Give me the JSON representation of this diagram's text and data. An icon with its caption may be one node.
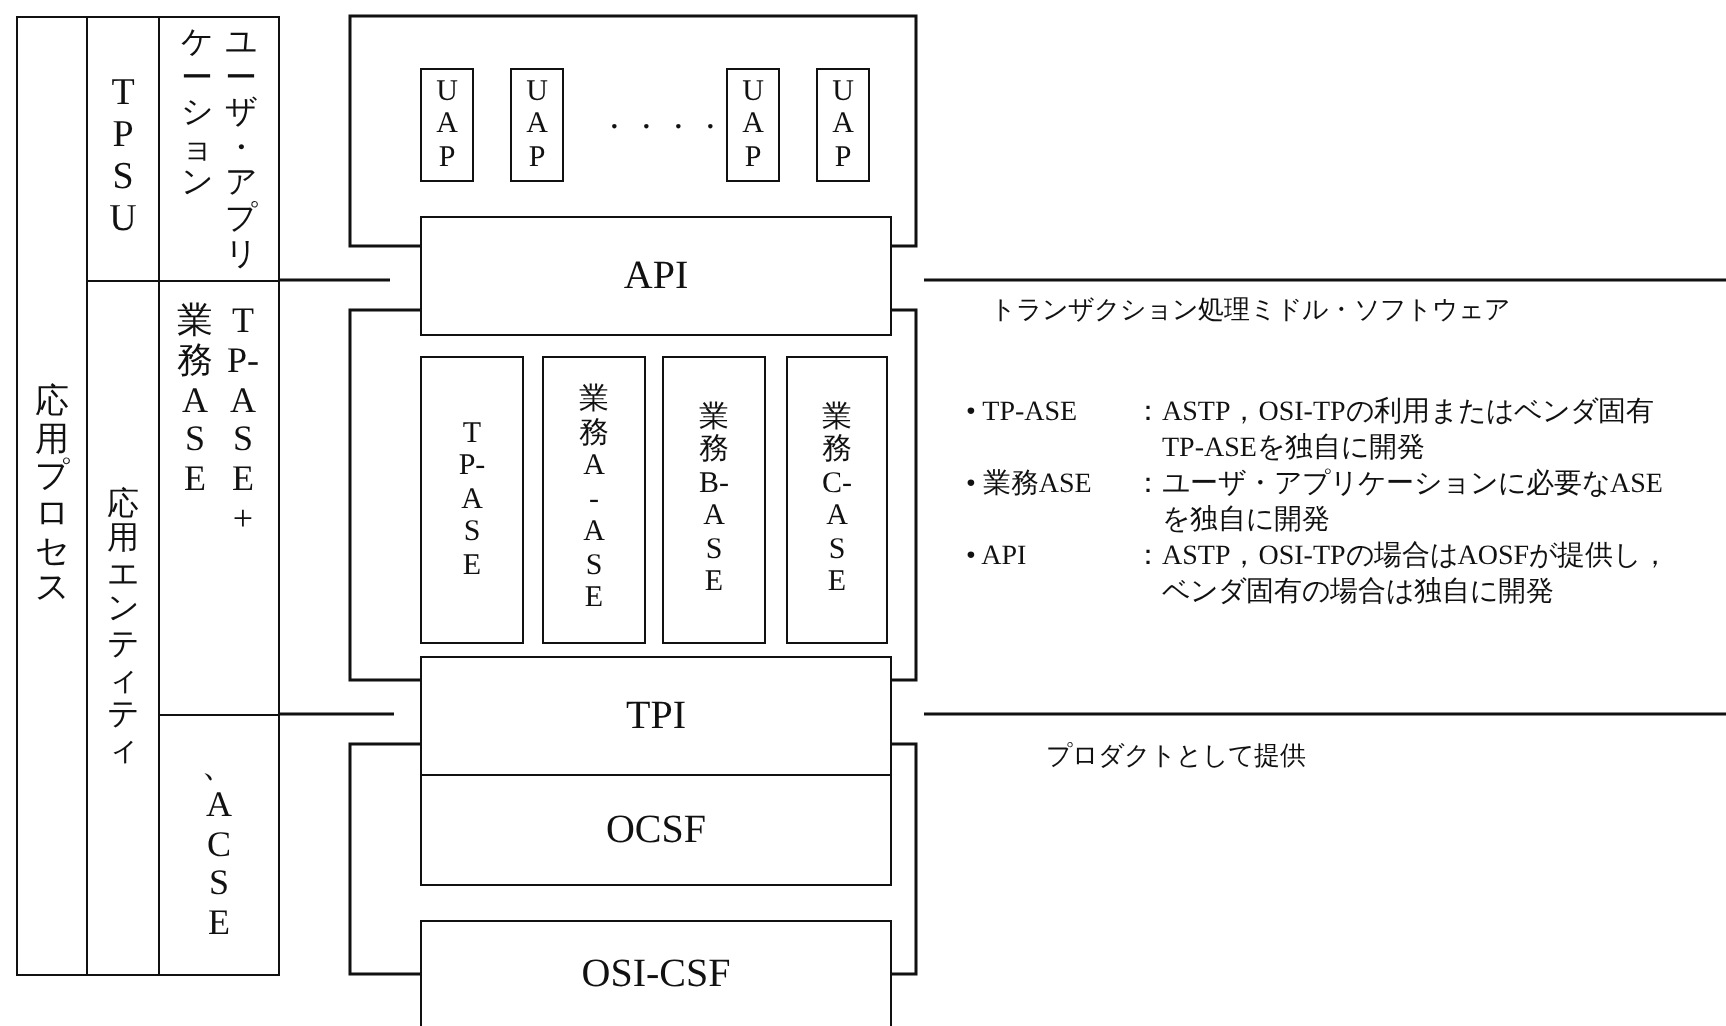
{
  "diagram": {
    "nodes": [
      {
        "text": [
          "応用プロセス"
        ]
      },
      {
        "text": [
          "TPSU"
        ]
      },
      {
        "text": [
          "ケーション",
          "ユーザ・アプリ"
        ]
      },
      {
        "text": [
          "応用エンティティ"
        ]
      },
      {
        "text": [
          "業務ASE",
          "TP-ASE+"
        ]
      },
      {
        "text": [
          "、ACSE"
        ]
      },
      {
        "text": [
          "UAP"
        ]
      },
      {
        "text": [
          "UAP"
        ]
      },
      {
        "text": [
          "UAP"
        ]
      },
      {
        "text": [
          "UAP"
        ]
      },
      {
        "text": [
          "API"
        ]
      },
      {
        "text": [
          "TP-ASE"
        ]
      },
      {
        "text": [
          "業務A-ASE"
        ]
      },
      {
        "text": [
          "業務B-ASE"
        ]
      },
      {
        "text": [
          "業務C-ASE"
        ]
      },
      {
        "text": [
          "TPI"
        ]
      },
      {
        "text": [
          "OCSF"
        ]
      },
      {
        "text": [
          "OSI-CSF"
        ]
      }
    ],
    "labels": [
      "・・・・",
      "トランザクション処理ミドル・ソフトウェア",
      "• TP-ASE",
      "：ASTP，OSI-TPの利用またはベンダ固有TP-ASEを独自に開発",
      "• 業務ASE",
      "：ユーザ・アプリケーションに必要なASEを独自に開発",
      "• API",
      "：ASTP，OSI-TPの場合はAOSFが提供し，ベンダ固有の場合は独自に開発",
      "プロダクトとして提供"
    ]
  }
}
